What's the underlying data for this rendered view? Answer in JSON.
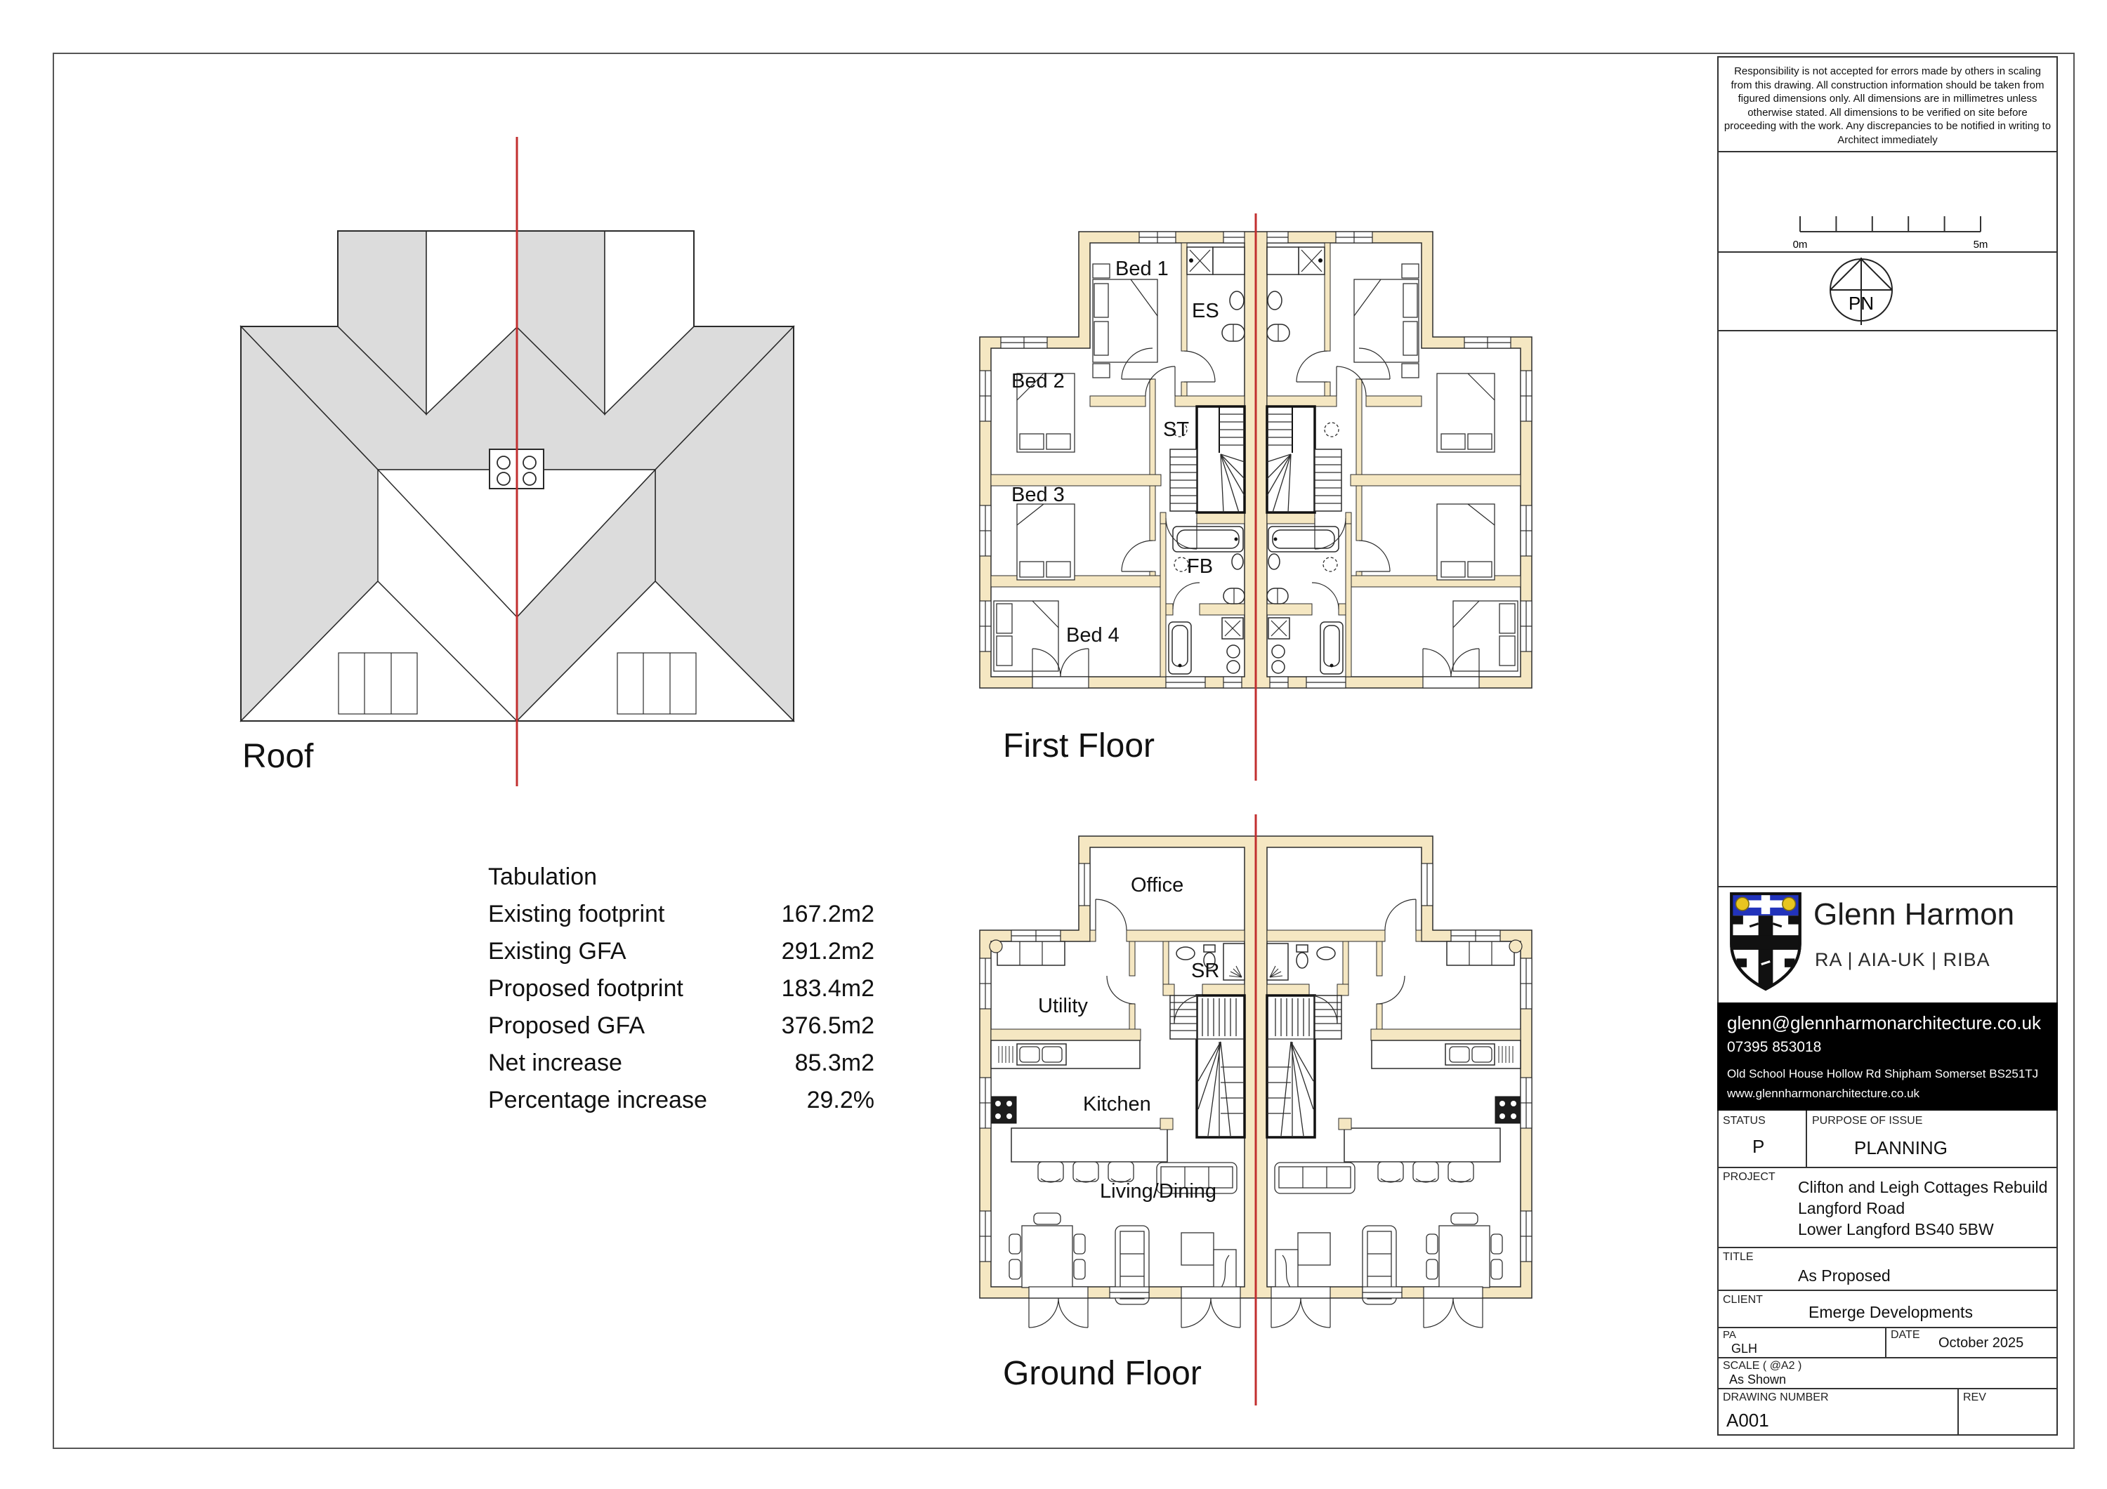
{
  "colors": {
    "wall_tan": "#F5E7C2",
    "roof_shade": "#DCDCDC",
    "centerline_red": "#C22F2F",
    "logo_blue": "#2233BB",
    "logo_yellow": "#E8C520",
    "contact_bg": "#000000"
  },
  "plans": {
    "roof": {
      "title": "Roof"
    },
    "first_floor": {
      "title": "First Floor",
      "rooms": {
        "bed1": "Bed 1",
        "es": "ES",
        "bed2": "Bed 2",
        "st": "ST",
        "bed3": "Bed 3",
        "fb": "FB",
        "bed4": "Bed 4"
      }
    },
    "ground_floor": {
      "title": "Ground Floor",
      "rooms": {
        "office": "Office",
        "sr": "SR",
        "utility": "Utility",
        "kitchen": "Kitchen",
        "living": "Living/Dining"
      }
    }
  },
  "tabulation": {
    "title": "Tabulation",
    "rows": [
      {
        "label": "Existing footprint",
        "value": "167.2m2"
      },
      {
        "label": "Existing GFA",
        "value": "291.2m2"
      },
      {
        "label": "Proposed footprint",
        "value": "183.4m2"
      },
      {
        "label": "Proposed GFA",
        "value": "376.5m2"
      },
      {
        "label": "Net increase",
        "value": "85.3m2"
      },
      {
        "label": "Percentage increase",
        "value": "29.2%"
      }
    ]
  },
  "sheet": {
    "disclaimer": "Responsibility is not accepted for errors made by others in scaling from this drawing. All construction information should be taken from figured dimensions only. All dimensions are in millimetres unless otherwise stated. All dimensions to be verified on site before proceeding with the work. Any discrepancies to be notified in writing to Architect immediately",
    "scalebar": {
      "start": "0m",
      "end": "5m"
    },
    "north": {
      "label": "PN"
    },
    "logo": {
      "name": "Glenn Harmon",
      "credentials": "RA | AIA-UK | RIBA"
    },
    "contact": {
      "email": "glenn@glennharmonarchitecture.co.uk",
      "phone": "07395 853018",
      "address": "Old School House Hollow Rd Shipham Somerset BS251TJ",
      "website": "www.glennharmonarchitecture.co.uk"
    },
    "fields": {
      "status_label": "STATUS",
      "status_value": "P",
      "purpose_label": "PURPOSE OF ISSUE",
      "purpose_value": "PLANNING",
      "project_label": "PROJECT",
      "project_line1": "Clifton and Leigh Cottages Rebuild",
      "project_line2": "Langford Road",
      "project_line3": "Lower Langford BS40 5BW",
      "title_label": "TITLE",
      "title_value": "As Proposed",
      "client_label": "CLIENT",
      "client_value": "Emerge Developments",
      "pa_label": "PA",
      "pa_value": "GLH",
      "date_label": "DATE",
      "date_value": "October 2025",
      "scale_label": "SCALE ( @A2 )",
      "scale_value": "As Shown",
      "dwg_label": "DRAWING NUMBER",
      "dwg_value": "A001",
      "rev_label": "REV"
    }
  }
}
